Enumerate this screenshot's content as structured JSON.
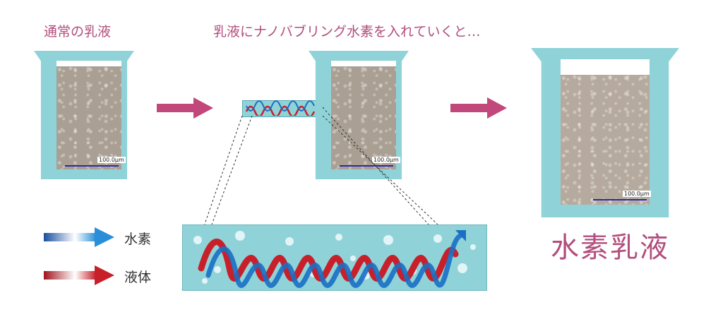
{
  "labels": {
    "normal_emulsion": "通常の乳液",
    "process_caption": "乳液にナノバブリング水素を入れていくと…",
    "result": "水素乳液"
  },
  "scale": {
    "beaker1": "100.0μm",
    "beaker2": "100.0μm",
    "beaker3": "100.0μm"
  },
  "legend": {
    "hydrogen": "水素",
    "liquid": "液体"
  },
  "colors": {
    "accent": "#b24d7c",
    "arrow": "#c2477a",
    "beaker": "#8fd3d8",
    "hydrogen": "#1a6fc4",
    "liquid": "#c8202a"
  }
}
